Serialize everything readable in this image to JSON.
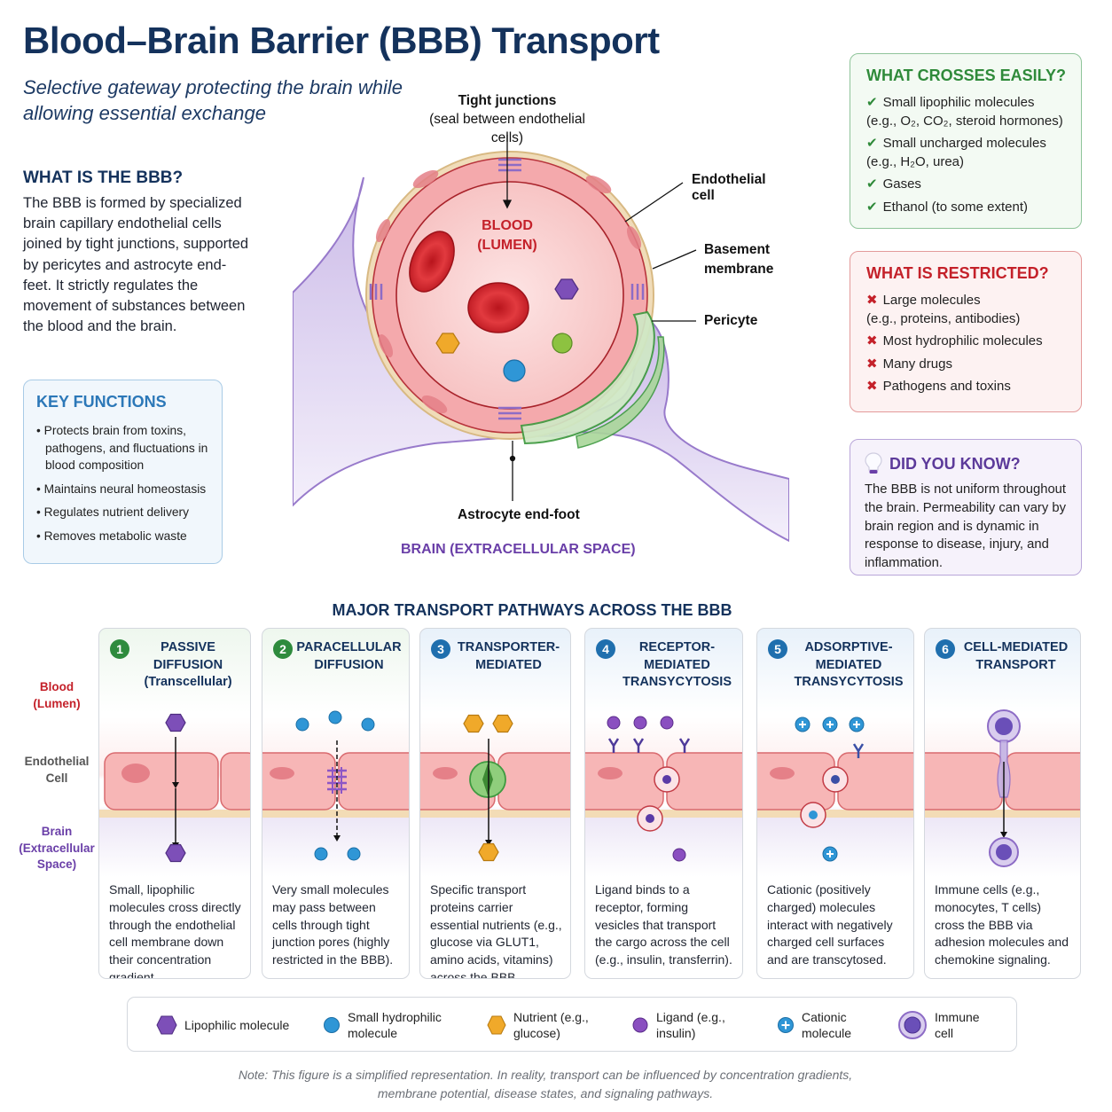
{
  "header": {
    "title": "Blood–Brain Barrier (BBB) Transport",
    "subtitle_line1": "Selective gateway protecting the brain while",
    "subtitle_line2": "allowing essential exchange"
  },
  "what_is": {
    "heading": "WHAT IS THE BBB?",
    "text": "The BBB is formed by specialized brain capillary endothelial cells joined by tight junctions, supported by pericytes and astrocyte end-feet. It strictly regulates the movement of substances between the blood and the brain."
  },
  "key_functions": {
    "heading": "KEY FUNCTIONS",
    "items": [
      "Protects brain from toxins, pathogens, and fluctuations in blood composition",
      "Maintains neural homeostasis",
      "Regulates nutrient delivery",
      "Removes metabolic waste"
    ]
  },
  "diagram": {
    "tight_junctions_label": "Tight junctions",
    "tight_junctions_sub": "(seal between endothelial cells)",
    "lumen_line1": "BLOOD",
    "lumen_line2": "(LUMEN)",
    "endothelial_label": "Endothelial cell",
    "basement_line1": "Basement",
    "basement_line2": "membrane",
    "pericyte_label": "Pericyte",
    "astrocyte_label": "Astrocyte end-foot",
    "brain_label": "BRAIN (EXTRACELLULAR SPACE)"
  },
  "crosses": {
    "heading": "WHAT CROSSES EASILY?",
    "mark": "✔",
    "items": [
      {
        "line1": "Small lipophilic molecules",
        "line2": "(e.g., O₂, CO₂, steroid hormones)"
      },
      {
        "line1": "Small uncharged molecules",
        "line2": "(e.g., H₂O, urea)"
      },
      {
        "line1": "Gases",
        "line2": ""
      },
      {
        "line1": "Ethanol (to some extent)",
        "line2": ""
      }
    ]
  },
  "restricted": {
    "heading": "WHAT IS RESTRICTED?",
    "mark": "✖",
    "items": [
      {
        "line1": "Large molecules",
        "line2": "(e.g., proteins, antibodies)"
      },
      {
        "line1": "Most hydrophilic molecules",
        "line2": ""
      },
      {
        "line1": "Many drugs",
        "line2": ""
      },
      {
        "line1": "Pathogens and toxins",
        "line2": ""
      }
    ]
  },
  "did_you_know": {
    "heading": "DID YOU KNOW?",
    "icon": "lightbulb-icon",
    "text": "The BBB is not uniform throughout the brain. Permeability can vary by brain region and is dynamic in response to disease, injury, and inflammation."
  },
  "pathways": {
    "title": "MAJOR TRANSPORT PATHWAYS ACROSS THE BBB",
    "side_labels": {
      "blood_line1": "Blood",
      "blood_line2": "(Lumen)",
      "endo_line1": "Endothelial",
      "endo_line2": "Cell",
      "brain_line1": "Brain",
      "brain_line2": "(Extracellular",
      "brain_line3": "Space)"
    },
    "cards": [
      {
        "num": "1",
        "title_lines": [
          "PASSIVE DIFFUSION",
          "(Transcellular)"
        ],
        "desc": "Small, lipophilic molecules cross directly through the endothelial cell membrane down their concentration gradient.",
        "badge_color": "#2e8b3d"
      },
      {
        "num": "2",
        "title_lines": [
          "PARACELLULAR",
          "DIFFUSION"
        ],
        "desc": "Very small molecules may pass between cells through tight junction pores (highly restricted in the BBB).",
        "badge_color": "#2e8b3d"
      },
      {
        "num": "3",
        "title_lines": [
          "TRANSPORTER-",
          "MEDIATED"
        ],
        "desc": "Specific transport proteins carrier essential nutrients (e.g., glucose via GLUT1, amino acids, vitamins) across the BBB.",
        "badge_color": "#1f6fae"
      },
      {
        "num": "4",
        "title_lines": [
          "RECEPTOR-",
          "MEDIATED",
          "TRANSYCYTOSIS"
        ],
        "desc": "Ligand binds to a receptor, forming vesicles that transport the cargo across the cell (e.g., insulin, transferrin).",
        "badge_color": "#1f6fae"
      },
      {
        "num": "5",
        "title_lines": [
          "ADSORPTIVE-",
          "MEDIATED",
          "TRANSYCYTOSIS"
        ],
        "desc": "Cationic (positively charged) molecules interact with negatively charged cell surfaces and are transcytosed.",
        "badge_color": "#1f6fae"
      },
      {
        "num": "6",
        "title_lines": [
          "CELL-MEDIATED",
          "TRANSPORT"
        ],
        "desc": "Immune cells (e.g., monocytes, T cells) cross the BBB via adhesion molecules and chemokine signaling.",
        "badge_color": "#1f6fae"
      }
    ]
  },
  "legend": {
    "items": [
      {
        "icon": "lipophilic-hexagon-icon",
        "line1": "Lipophilic molecule",
        "line2": ""
      },
      {
        "icon": "hydrophilic-circle-icon",
        "line1": "Small hydrophilic",
        "line2": "molecule"
      },
      {
        "icon": "nutrient-hexagon-icon",
        "line1": "Nutrient (e.g.,",
        "line2": "glucose)"
      },
      {
        "icon": "ligand-circle-icon",
        "line1": "Ligand (e.g.,",
        "line2": "insulin)"
      },
      {
        "icon": "cationic-circle-icon",
        "line1": "Cationic",
        "line2": "molecule"
      },
      {
        "icon": "immune-cell-icon",
        "line1": "Immune",
        "line2": "cell"
      }
    ]
  },
  "note": {
    "line1": "Note: This figure is a simplified representation. In reality, transport can be influenced by concentration gradients,",
    "line2": "membrane potential, disease states, and signaling pathways."
  },
  "colors": {
    "navy": "#14325c",
    "green": "#2f8a3a",
    "red": "#c4212a",
    "purple": "#5c3a9a",
    "blue": "#2c78b8",
    "lipophilic": "#7d4fb8",
    "hydrophilic": "#2f96d6",
    "nutrient": "#f0a92a",
    "ligand": "#8a4fc0"
  }
}
